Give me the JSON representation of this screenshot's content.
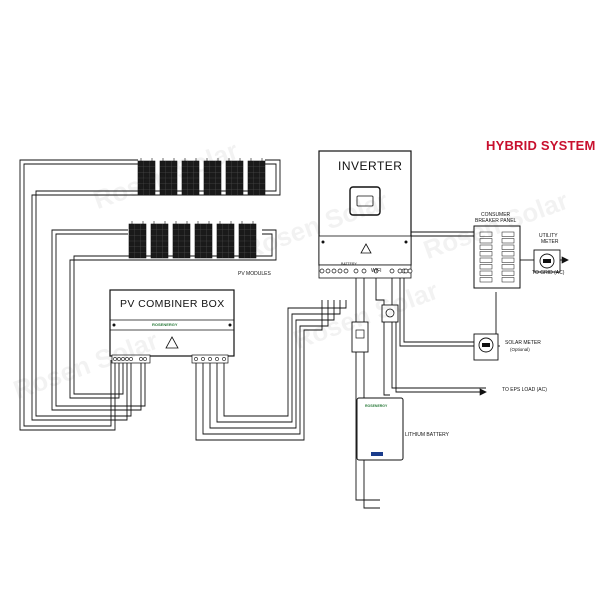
{
  "title": "HYBRID SYSTEM",
  "watermark": "Rosen Solar",
  "inverter": {
    "label": "INVERTER",
    "wifi_label": "WIFI",
    "battery_port_label": "BATTERY"
  },
  "combiner": {
    "label": "PV COMBINER BOX",
    "brand": "ROSENERGY"
  },
  "pv_modules": {
    "label": "PV MODULES",
    "rows": 2,
    "panels_per_row": 6
  },
  "battery": {
    "label": "LITHIUM BATTERY",
    "brand": "ROSENERGY"
  },
  "breaker_panel": {
    "label_line1": "CONSUMER",
    "label_line2": "BREAKER PANEL"
  },
  "utility_meter": {
    "label_line1": "UTILITY",
    "label_line2": "METER"
  },
  "grid": {
    "label": "TO GRID (AC)"
  },
  "solar_meter": {
    "label": "SOLAR METER",
    "note": "(Optional)"
  },
  "eps_load": {
    "label": "TO EPS LOAD (AC)"
  },
  "colors": {
    "title": "#c8102e",
    "line": "#111111",
    "panel_fill": "#1a1a1a"
  }
}
